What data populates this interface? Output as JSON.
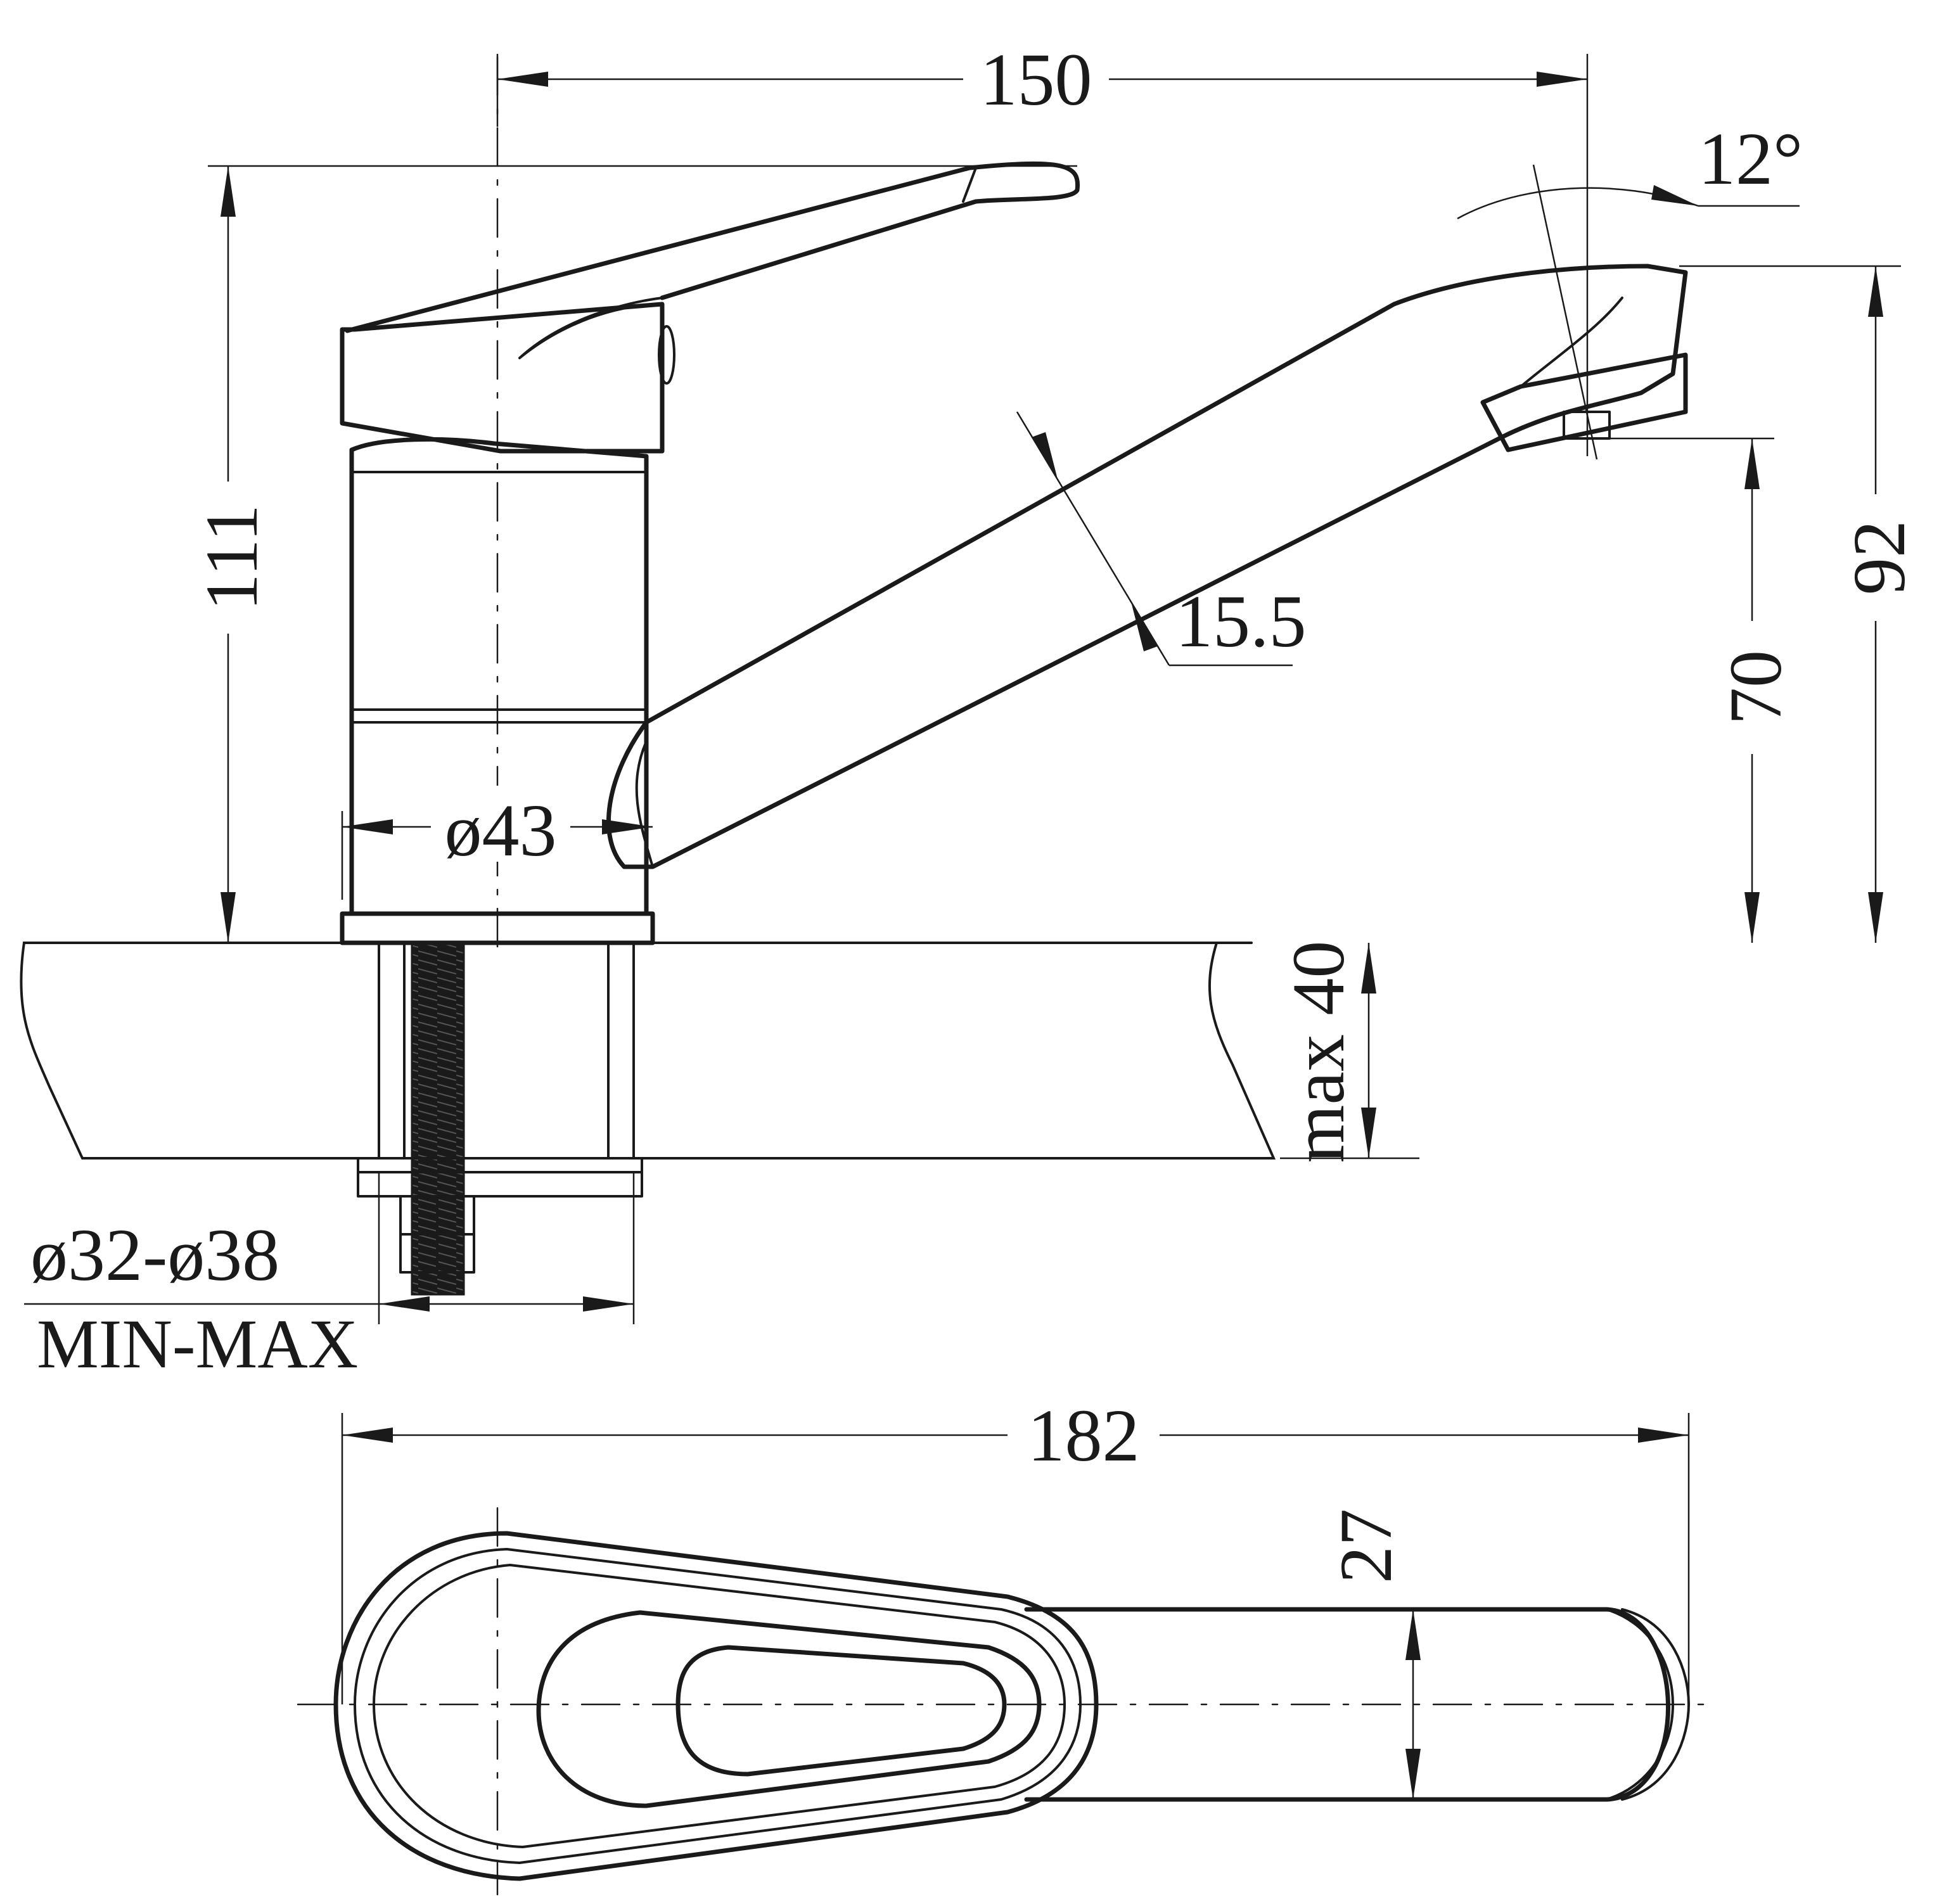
{
  "dimensions": {
    "width_top": "150",
    "angle": "12°",
    "height_lever": "111",
    "spout_thickness": "15.5",
    "height_spout": "92",
    "height_outlet": "70",
    "body_diameter": "ø43",
    "counter_max": "max 40",
    "hole_range": "ø32-ø38",
    "hole_range_note": "MIN-MAX",
    "length_total": "182",
    "handle_width": "27"
  },
  "colors": {
    "line": "#1a1a1a",
    "background": "#ffffff"
  }
}
